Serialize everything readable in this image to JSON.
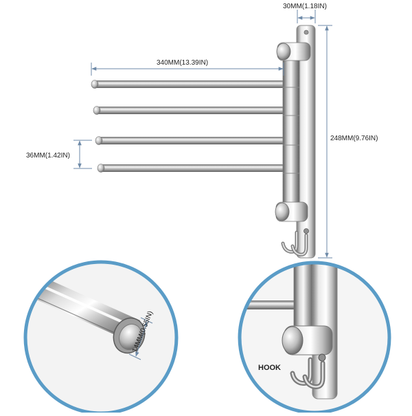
{
  "dimensions": {
    "top_width": "30MM(1.18IN)",
    "bar_length": "340MM(13.39IN)",
    "bar_spacing": "36MM(1.42IN)",
    "total_height": "248MM(9.76IN)",
    "tip_diameter": "14MM(0.55IN)"
  },
  "callouts": {
    "hook_label": "HOOK"
  },
  "colors": {
    "dimension_line": "#6e8aa8",
    "circle_border": "#5a9cc7",
    "chrome_light": "#f4f4f4",
    "chrome_dark": "#6f6f6f"
  }
}
